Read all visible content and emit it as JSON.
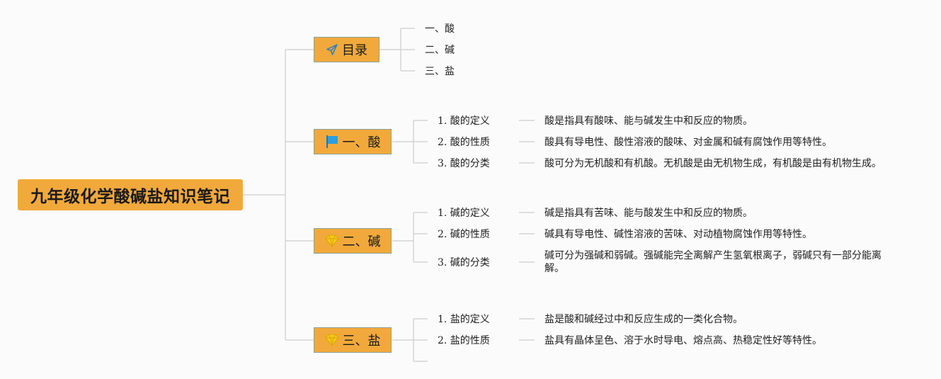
{
  "title": "九年级化学酸碱盐知识笔记",
  "toc": {
    "label": "目录",
    "icon": "paper-plane-icon",
    "items": [
      "一、酸",
      "二、碱",
      "三、盐"
    ]
  },
  "acid": {
    "label": "一、酸",
    "icon": "flag-icon",
    "items": [
      {
        "label": "1. 酸的定义",
        "text": "酸是指具有酸味、能与碱发生中和反应的物质。"
      },
      {
        "label": "2. 酸的性质",
        "text": "酸具有导电性、酸性溶液的酸味、对金属和碱有腐蚀作用等特性。"
      },
      {
        "label": "3. 酸的分类",
        "text": "酸可分为无机酸和有机酸。无机酸是由无机物生成，有机酸是由有机物生成。"
      }
    ]
  },
  "base": {
    "label": "二、碱",
    "icon": "diamond-icon",
    "items": [
      {
        "label": "1. 碱的定义",
        "text": "碱是指具有苦味、能与酸发生中和反应的物质。"
      },
      {
        "label": "2. 碱的性质",
        "text": "碱具有导电性、碱性溶液的苦味、对动植物腐蚀作用等特性。"
      },
      {
        "label": "3. 碱的分类",
        "text": "碱可分为强碱和弱碱。强碱能完全离解产生氢氧根离子，弱碱只有一部分能离解。"
      }
    ]
  },
  "salt": {
    "label": "三、盐",
    "icon": "diamond-icon",
    "items": [
      {
        "label": "1. 盐的定义",
        "text": "盐是酸和碱经过中和反应生成的一类化合物。"
      },
      {
        "label": "2. 盐的性质",
        "text": "盐具有晶体呈色、溶于水时导电、熔点高、热稳定性好等特性。"
      }
    ]
  },
  "colors": {
    "node_fill": "#f2a93b",
    "node_border": "#8aa39a",
    "connector": "#d4d4d4",
    "flag_blue": "#2d9ee0",
    "diamond_yellow": "#f6c819"
  }
}
